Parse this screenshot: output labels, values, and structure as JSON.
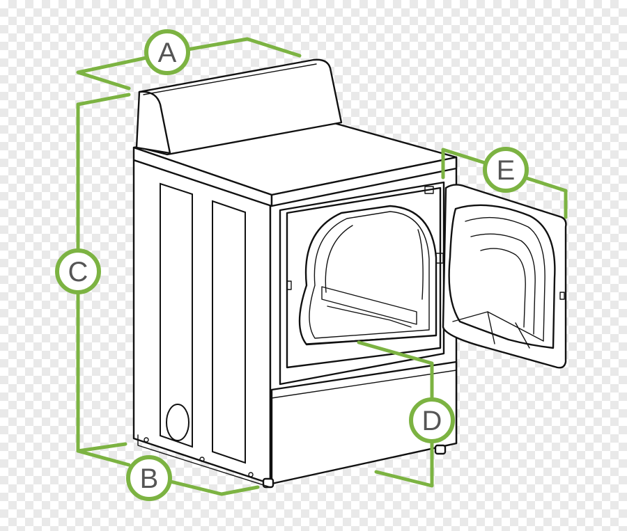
{
  "diagram": {
    "dimension_labels": {
      "a": "A",
      "b": "B",
      "c": "C",
      "d": "D",
      "e": "E"
    },
    "colors": {
      "dimension": "#7cb342",
      "label_text": "#555555",
      "outline": "#111111"
    }
  }
}
